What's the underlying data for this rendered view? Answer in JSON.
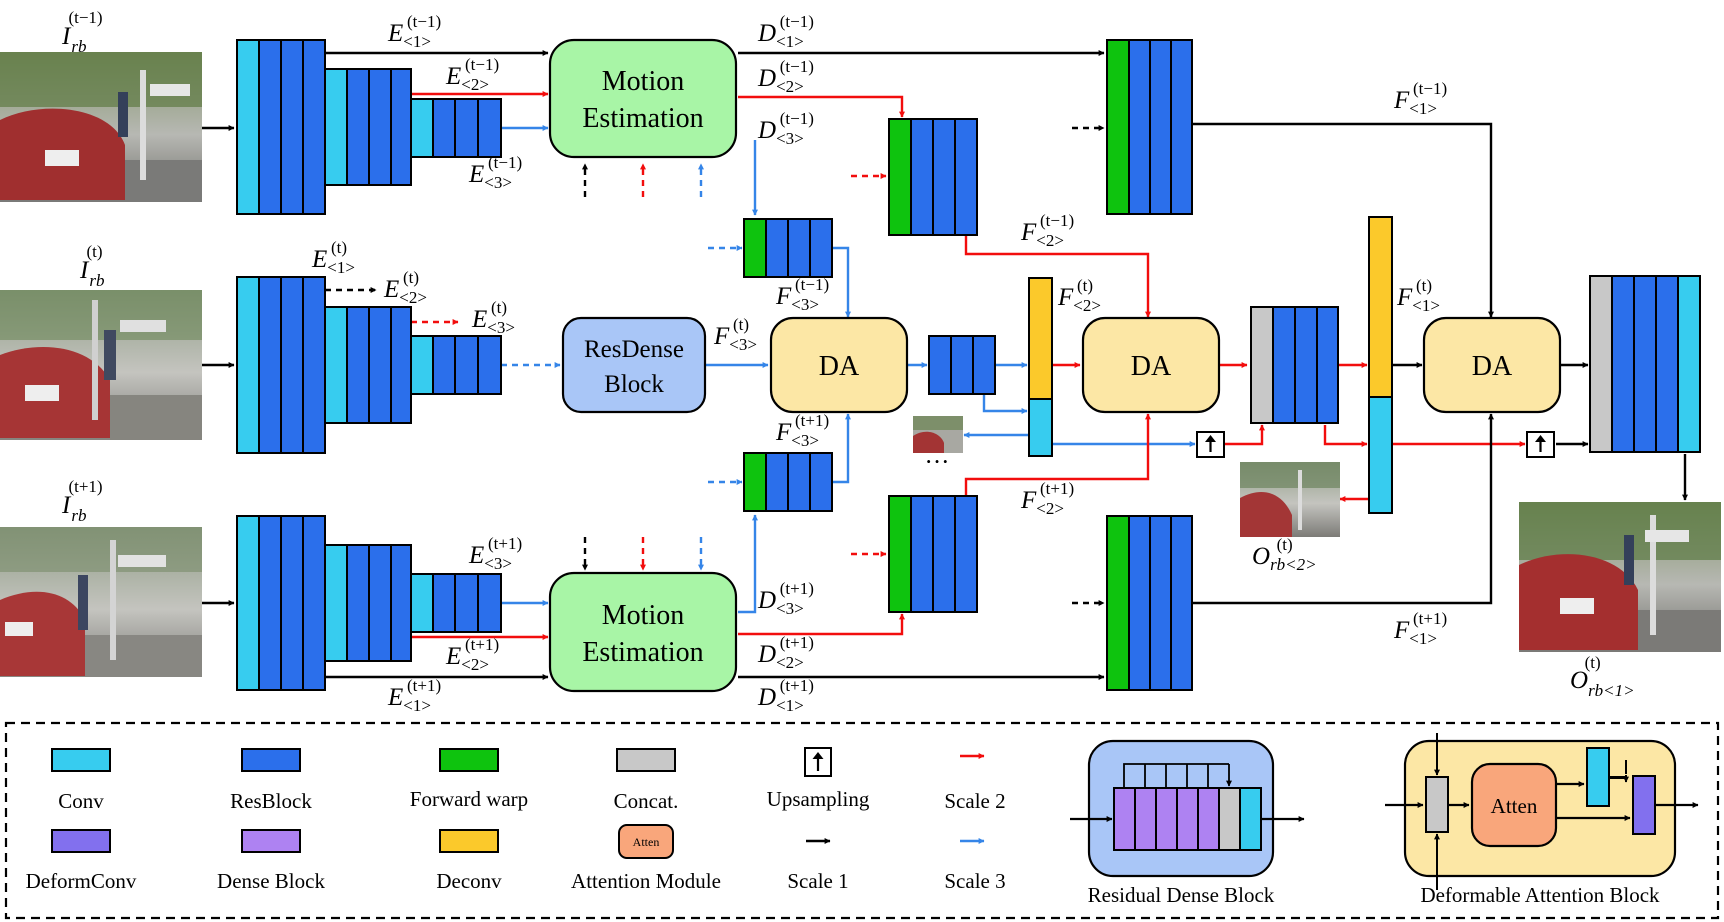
{
  "colors": {
    "conv": "#37CCEF",
    "resblock": "#2B6FEB",
    "forward_warp": "#0EC30E",
    "concat": "#C8C8C8",
    "deform_conv": "#8270EE",
    "dense_block": "#AE82F2",
    "deconv": "#FBC92B",
    "attention": "#F9A67B",
    "motion_estimation": "#A8F5A6",
    "resdense": "#A9C6F7",
    "da": "#FCE7A5",
    "scale1": "#000000",
    "scale2": "#F20D0D",
    "scale3": "#3585E8"
  },
  "inputs": {
    "prev": {
      "base": "I",
      "sub": "rb",
      "sup": "(t−1)"
    },
    "cur": {
      "base": "I",
      "sub": "rb",
      "sup": "(t)"
    },
    "next": {
      "base": "I",
      "sub": "rb",
      "sup": "(t+1)"
    }
  },
  "blocks": {
    "motion_top": [
      "Motion",
      "Estimation"
    ],
    "motion_bottom": [
      "Motion",
      "Estimation"
    ],
    "resdense": [
      "ResDense",
      "Block"
    ],
    "da": "DA"
  },
  "features": {
    "E1_prev": {
      "base": "E",
      "sub": "<1>",
      "sup": "(t−1)"
    },
    "E2_prev": {
      "base": "E",
      "sub": "<2>",
      "sup": "(t−1)"
    },
    "E3_prev": {
      "base": "E",
      "sub": "<3>",
      "sup": "(t−1)"
    },
    "E1_cur": {
      "base": "E",
      "sub": "<1>",
      "sup": "(t)"
    },
    "E2_cur": {
      "base": "E",
      "sub": "<2>",
      "sup": "(t)"
    },
    "E3_cur": {
      "base": "E",
      "sub": "<3>",
      "sup": "(t)"
    },
    "E3_next": {
      "base": "E",
      "sub": "<3>",
      "sup": "(t+1)"
    },
    "E2_next": {
      "base": "E",
      "sub": "<2>",
      "sup": "(t+1)"
    },
    "E1_next": {
      "base": "E",
      "sub": "<1>",
      "sup": "(t+1)"
    },
    "D1_prev": {
      "base": "D",
      "sub": "<1>",
      "sup": "(t−1)"
    },
    "D2_prev": {
      "base": "D",
      "sub": "<2>",
      "sup": "(t−1)"
    },
    "D3_prev": {
      "base": "D",
      "sub": "<3>",
      "sup": "(t−1)"
    },
    "D3_next": {
      "base": "D",
      "sub": "<3>",
      "sup": "(t+1)"
    },
    "D2_next": {
      "base": "D",
      "sub": "<2>",
      "sup": "(t+1)"
    },
    "D1_next": {
      "base": "D",
      "sub": "<1>",
      "sup": "(t+1)"
    },
    "F1_prev": {
      "base": "F",
      "sub": "<1>",
      "sup": "(t−1)"
    },
    "F2_prev": {
      "base": "F",
      "sub": "<2>",
      "sup": "(t−1)"
    },
    "F3_prev": {
      "base": "F",
      "sub": "<3>",
      "sup": "(t−1)"
    },
    "F3_cur": {
      "base": "F",
      "sub": "<3>",
      "sup": "(t)"
    },
    "F3_next": {
      "base": "F",
      "sub": "<3>",
      "sup": "(t+1)"
    },
    "F2_cur": {
      "base": "F",
      "sub": "<2>",
      "sup": "(t)"
    },
    "F2_next": {
      "base": "F",
      "sub": "<2>",
      "sup": "(t+1)"
    },
    "F1_cur": {
      "base": "F",
      "sub": "<1>",
      "sup": "(t)"
    },
    "F1_next": {
      "base": "F",
      "sub": "<1>",
      "sup": "(t+1)"
    }
  },
  "outputs": {
    "O2": {
      "base": "O",
      "sub": "rb<2>",
      "sup": "(t)"
    },
    "O1": {
      "base": "O",
      "sub": "rb<1>",
      "sup": "(t)"
    }
  },
  "ellipsis": "···",
  "legend": {
    "conv": "Conv",
    "resblock": "ResBlock",
    "forward_warp": "Forward warp",
    "concat": "Concat.",
    "upsampling": "Upsampling",
    "scale2": "Scale 2",
    "deform_conv": "DeformConv",
    "dense_block": "Dense Block",
    "deconv": "Deconv",
    "attention_module": "Attention Module",
    "scale1": "Scale 1",
    "scale3": "Scale 3",
    "atten_small": "Atten",
    "atten_big": "Atten",
    "residual_dense_block": "Residual Dense Block",
    "deformable_attention_block": "Deformable Attention Block"
  }
}
